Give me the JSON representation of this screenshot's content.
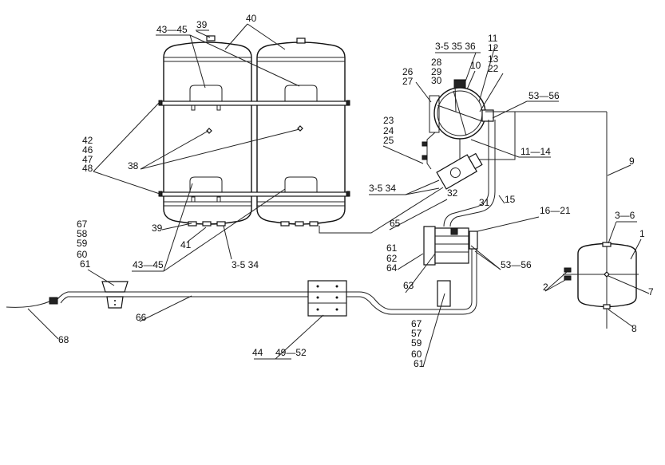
{
  "title_labels": {
    "tank_top_39": "39",
    "tank_top_40": "40",
    "brackets_top": "43—45",
    "straps": [
      "42",
      "46",
      "47",
      "48"
    ],
    "sight_38": "38",
    "tank_bottom_39": "39",
    "ports_41": "41",
    "brackets_bottom": "43—45",
    "tank_outlet": "3-5 34",
    "funnel_stack": [
      "67",
      "58",
      "59",
      "60",
      "61"
    ],
    "hose_66": "66",
    "hose_68": "68",
    "block_44": "44",
    "block_49_52": "49—52",
    "filter_3_5": "3-5  35 36",
    "filter_stack_right": [
      "11",
      "12",
      "13",
      "22"
    ],
    "filter_stack_28": [
      "28",
      "29",
      "30"
    ],
    "filter_10": "10",
    "filter_stack_26": [
      "26",
      "27"
    ],
    "fitting_53_56_top": "53—56",
    "bracket_stack_23": [
      "23",
      "24",
      "25"
    ],
    "pipe_11_14": "11—14",
    "valve_3_5_34": "3-5  34",
    "valve_32": "32",
    "valve_31": "31",
    "pipe_15": "15",
    "pipe_65": "65",
    "pump_16_21": "16—21",
    "pump_stack": [
      "61",
      "62",
      "64"
    ],
    "pump_63": "63",
    "fitting_53_56_bottom": "53—56",
    "cyl_stack": [
      "67",
      "57",
      "59",
      "60",
      "61"
    ],
    "line_9": "9",
    "small_tank_3_6": "3—6",
    "small_tank_1": "1",
    "small_tank_2": "2",
    "small_tank_7": "7",
    "small_tank_8": "8"
  }
}
